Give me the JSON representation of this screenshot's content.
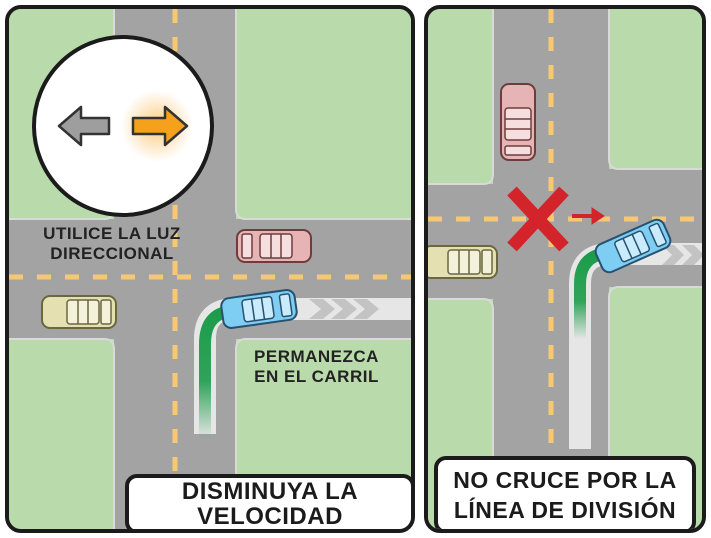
{
  "left_panel": {
    "signal_label": [
      "UTILICE LA LUZ",
      "DIRECCIONAL"
    ],
    "lane_label": [
      "PERMANEZCA",
      "EN EL CARRIL"
    ],
    "caption": [
      "DISMINUYA LA",
      "VELOCIDAD"
    ]
  },
  "right_panel": {
    "caption": [
      "NO CRUCE POR LA",
      "LÍNEA DE DIVISIÓN"
    ]
  },
  "colors": {
    "grass": "#b9dbab",
    "road": "#a3a3a3",
    "lane_marking": "#f7c873",
    "arrow_active": "#f5a11c",
    "arrow_inactive": "#9e9e9e",
    "blue_car": "#7ecdf3",
    "pink_car": "#e6b4b4",
    "tan_car": "#e4e0b2",
    "path_green": "#1c9c4a",
    "warning_red": "#d3242b"
  },
  "icons": {
    "left_arrow": "arrow-left-icon",
    "right_arrow": "arrow-right-icon",
    "cross": "x-mark-icon"
  }
}
